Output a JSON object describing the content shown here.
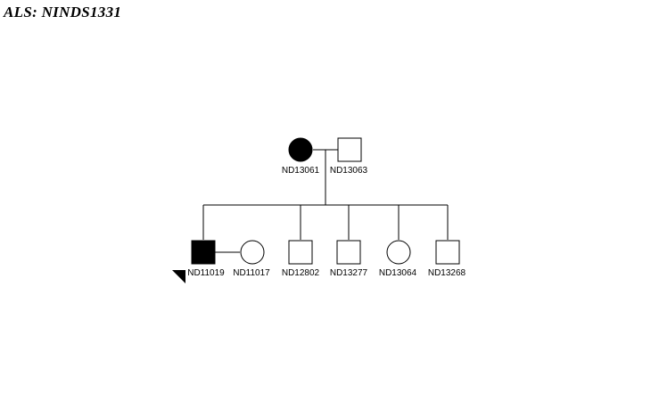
{
  "title": "ALS: NINDS1331",
  "colors": {
    "line": "#000000",
    "affected": "#000000",
    "unaffected": "#ffffff"
  },
  "individuals": [
    {
      "id": "ND13061",
      "sex": "female",
      "affected": true,
      "proband": false
    },
    {
      "id": "ND13063",
      "sex": "male",
      "affected": false,
      "proband": false
    },
    {
      "id": "ND11019",
      "sex": "male",
      "affected": true,
      "proband": true
    },
    {
      "id": "ND11017",
      "sex": "female",
      "affected": false,
      "proband": false
    },
    {
      "id": "ND12802",
      "sex": "male",
      "affected": false,
      "proband": false
    },
    {
      "id": "ND13277",
      "sex": "male",
      "affected": false,
      "proband": false
    },
    {
      "id": "ND13064",
      "sex": "female",
      "affected": false,
      "proband": false
    },
    {
      "id": "ND13268",
      "sex": "male",
      "affected": false,
      "proband": false
    }
  ]
}
